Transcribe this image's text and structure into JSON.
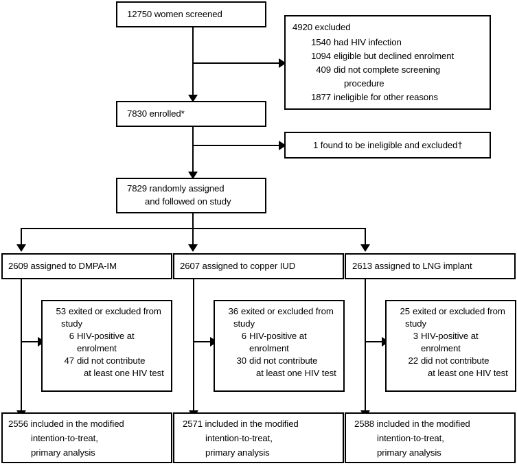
{
  "diagram": {
    "type": "consort-flow-diagram",
    "colors": {
      "line": "#000000",
      "background": "#ffffff",
      "text": "#000000"
    },
    "nodes": {
      "screened": {
        "id": "screened",
        "lines": [
          "12750 women screened"
        ]
      },
      "excluded_screening": {
        "id": "excluded-screening",
        "header": "4920 excluded",
        "items": [
          {
            "count": "1540",
            "reason": "had HIV infection"
          },
          {
            "count": "1094",
            "reason": "eligible but declined enrolment"
          },
          {
            "count": "409",
            "reason": "did not complete screening"
          },
          {
            "count": "",
            "reason": "procedure"
          },
          {
            "count": "1877",
            "reason": "ineligible for other reasons"
          }
        ]
      },
      "enrolled": {
        "id": "enrolled",
        "lines": [
          "7830 enrolled*"
        ]
      },
      "ineligible_after_enrolment": {
        "id": "ineligible-after-enrolment",
        "lines": [
          "1 found to be ineligible and excluded†"
        ]
      },
      "randomised": {
        "id": "randomised",
        "lines": [
          "7829 randomly assigned",
          "and followed on study"
        ]
      }
    },
    "arms": [
      {
        "id": "dmpa-im",
        "assigned": "2609 assigned to DMPA-IM",
        "exits": {
          "header_count": "53",
          "header_text": "exited or excluded from",
          "header_cont": "study",
          "items": [
            {
              "count": "6",
              "reason": "HIV-positive at",
              "reason_cont": "enrolment"
            },
            {
              "count": "47",
              "reason": "did not contribute",
              "reason_cont": "at least one HIV test"
            }
          ]
        },
        "analysis": [
          "2556 included in the modified",
          "intention-to-treat,",
          "primary analysis"
        ]
      },
      {
        "id": "copper-iud",
        "assigned": "2607 assigned to copper IUD",
        "exits": {
          "header_count": "36",
          "header_text": "exited or excluded from",
          "header_cont": "study",
          "items": [
            {
              "count": "6",
              "reason": "HIV-positive at",
              "reason_cont": "enrolment"
            },
            {
              "count": "30",
              "reason": "did not contribute",
              "reason_cont": "at least one HIV test"
            }
          ]
        },
        "analysis": [
          "2571 included in the modified",
          "intention-to-treat,",
          "primary analysis"
        ]
      },
      {
        "id": "lng-implant",
        "assigned": "2613 assigned to LNG implant",
        "exits": {
          "header_count": "25",
          "header_text": "exited or excluded from",
          "header_cont": "study",
          "items": [
            {
              "count": "3",
              "reason": "HIV-positive at",
              "reason_cont": "enrolment"
            },
            {
              "count": "22",
              "reason": "did not contribute",
              "reason_cont": "at least one HIV test"
            }
          ]
        },
        "analysis": [
          "2588 included in the modified",
          "intention-to-treat,",
          "primary analysis"
        ]
      }
    ]
  }
}
